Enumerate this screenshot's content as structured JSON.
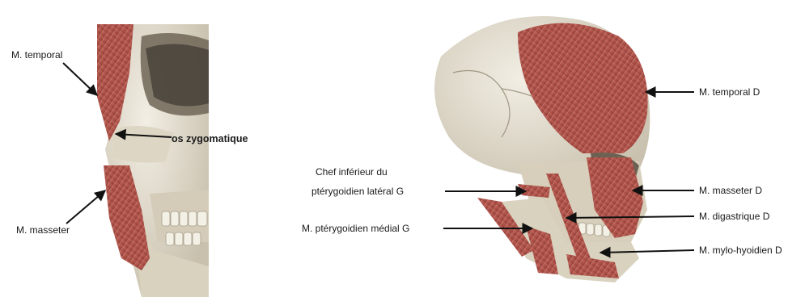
{
  "labels": {
    "left_temporal": "M. temporal",
    "left_zygomatic": "os zygomatique",
    "left_masseter": "M. masseter",
    "right_temporal": "M. temporal D",
    "right_pterygoid_lateral_line1": "Chef inférieur du",
    "right_pterygoid_lateral_line2": "ptérygoidien latéral G",
    "right_masseter": "M. masseter D",
    "right_digastric": "M. digastrique D",
    "right_pterygoid_medial": "M. ptérygoidien médial G",
    "right_mylohyoid": "M. mylo-hyoidien D"
  },
  "colors": {
    "bone": "#e6e1d3",
    "bone_shadow": "#b9b2a0",
    "muscle": "#b5524a",
    "muscle_light": "#d88a80",
    "arrow": "#111111"
  }
}
